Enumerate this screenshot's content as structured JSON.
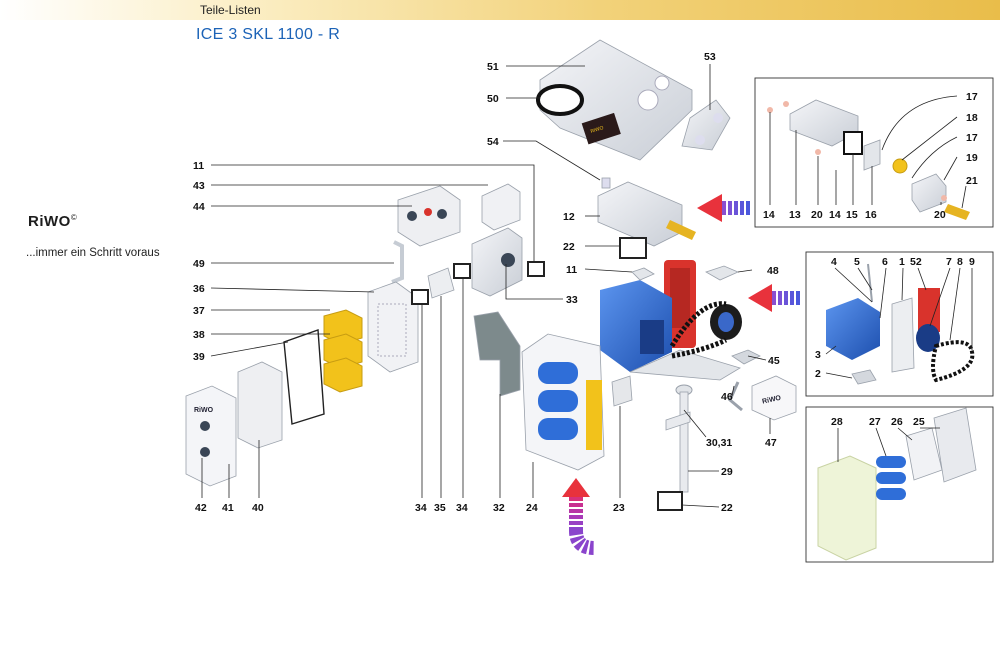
{
  "header": {
    "title": "Teile-Listen",
    "model": "ICE 3  SKL 1100 - R"
  },
  "brand": {
    "logo_text": "RiWO",
    "logo_mark": "©",
    "tagline": "...immer ein Schritt voraus"
  },
  "colors": {
    "header_gradient_end": "#e9bd4a",
    "model_title": "#1c63b7",
    "pump_blue": "#2f6ed8",
    "filter_yellow": "#f2c21b",
    "belt_red": "#d9332c",
    "arrow_blue": "#4a55d8",
    "arrow_red": "#e8323c"
  },
  "callouts": {
    "n51": "51",
    "n50": "50",
    "n53": "53",
    "n54": "54",
    "n11a": "11",
    "n43": "43",
    "n44": "44",
    "n12": "12",
    "n22a": "22",
    "n11b": "11",
    "n48": "48",
    "n49": "49",
    "n36": "36",
    "n37": "37",
    "n38": "38",
    "n39": "39",
    "n33": "33",
    "n45": "45",
    "n46": "46",
    "n47": "47",
    "n3031": "30,31",
    "n29": "29",
    "n22b": "22",
    "n42": "42",
    "n41": "41",
    "n40": "40",
    "n34a": "34",
    "n35": "35",
    "n34b": "34",
    "n32": "32",
    "n24": "24",
    "n23": "23"
  },
  "detail_valve": {
    "n17a": "17",
    "n18": "18",
    "n17b": "17",
    "n19": "19",
    "n21": "21",
    "n14a": "14",
    "n13": "13",
    "n20a": "20",
    "n14b": "14",
    "n15": "15",
    "n16": "16",
    "n20b": "20"
  },
  "detail_drive": {
    "n4": "4",
    "n5": "5",
    "n6": "6",
    "n1": "1",
    "n52": "52",
    "n7": "7",
    "n8": "8",
    "n9": "9",
    "n3": "3",
    "n2": "2"
  },
  "detail_filter": {
    "n28": "28",
    "n27": "27",
    "n26": "26",
    "n25": "25"
  },
  "product_labels": {
    "housing_brand": "RiWO",
    "filter_cover_brand": "RiWO",
    "control_plate_brand": "RiWO"
  }
}
